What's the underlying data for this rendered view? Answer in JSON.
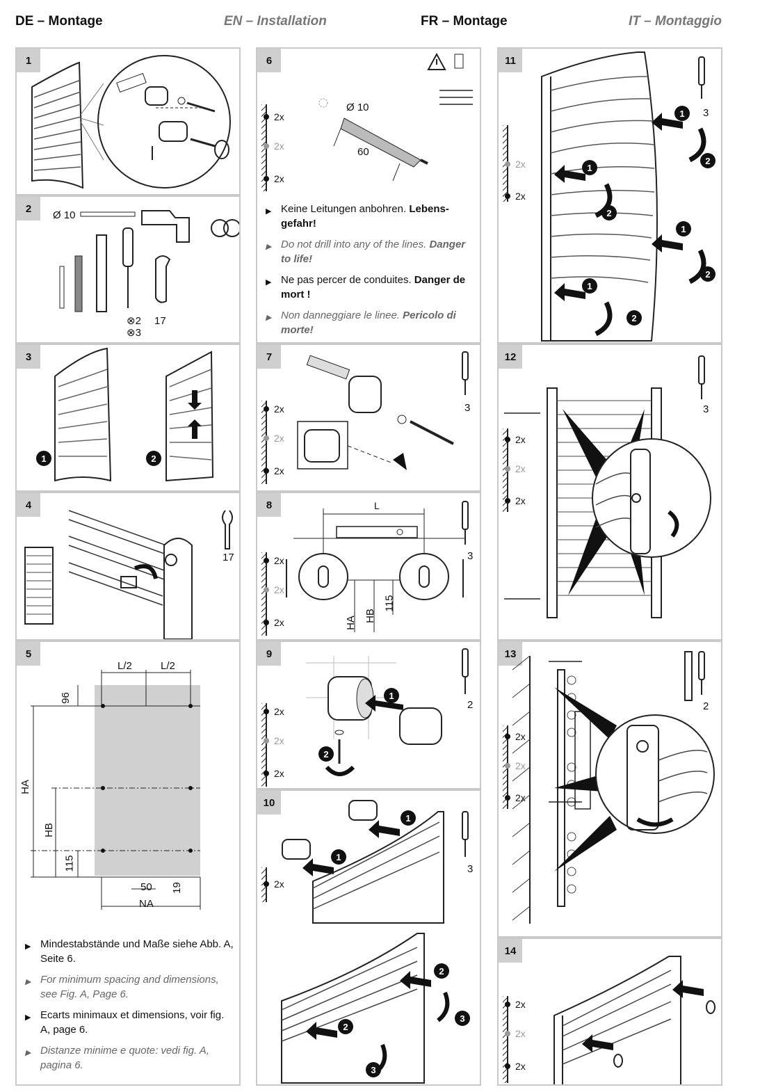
{
  "headers": {
    "de": "DE – Montage",
    "en": "EN – Installation",
    "fr": "FR – Montage",
    "it": "IT – Montaggio"
  },
  "steps": [
    "1",
    "2",
    "3",
    "4",
    "5",
    "6",
    "7",
    "8",
    "9",
    "10",
    "11",
    "12",
    "13",
    "14"
  ],
  "wall_labels": {
    "qty": "2x"
  },
  "step1": {},
  "step2": {
    "drill": "Ø 10",
    "screwdriver_sizes": [
      "⊗2",
      "⊗3"
    ],
    "wrench": "17"
  },
  "step3": {
    "c1": "1",
    "c2": "2"
  },
  "step4": {
    "wrench": "17"
  },
  "step5": {
    "dims": {
      "half_left": "L/2",
      "half_right": "L/2",
      "top": "96",
      "ha": "HA",
      "hb": "HB",
      "bottom": "115",
      "gap": "50",
      "side": "19",
      "na": "NA"
    },
    "notes": [
      {
        "text": "Mindestabstände und Maße siehe Abb. A, Seite 6.",
        "style": "normal"
      },
      {
        "text": "For minimum spacing and dimensions, see Fig. A, Page 6.",
        "style": "italic"
      },
      {
        "text": "Ecarts minimaux et dimensions, voir fig. A, page 6.",
        "style": "normal"
      },
      {
        "text": "Distanze minime e quote: vedi fig. A, pagina 6.",
        "style": "italic"
      }
    ]
  },
  "step6": {
    "drill": "Ø 10",
    "depth": "60",
    "notes": [
      {
        "plain": "Keine Leitungen anbohren. ",
        "bold": "Lebens-gefahr!",
        "style": "normal"
      },
      {
        "plain": "Do not drill into any of the lines. ",
        "bold": "Danger to life!",
        "style": "italic"
      },
      {
        "plain": "Ne pas percer de conduites. ",
        "bold": "Danger de mort !",
        "style": "normal"
      },
      {
        "plain": "Non danneggiare le linee. ",
        "bold": "Pericolo di morte!",
        "style": "italic"
      }
    ]
  },
  "step7": {
    "size": "3"
  },
  "step8": {
    "len": "L",
    "ha": "HA",
    "hb": "HB",
    "dim": "115",
    "size": "3"
  },
  "step9": {
    "size": "2",
    "c1": "1",
    "c2": "2"
  },
  "step10": {
    "size": "3",
    "c1": "1",
    "c2": "2",
    "c3": "3"
  },
  "step11": {
    "size": "3",
    "c1": "1",
    "c2": "2"
  },
  "step12": {
    "size": "3"
  },
  "step13": {
    "size": "2"
  },
  "step14": {}
}
